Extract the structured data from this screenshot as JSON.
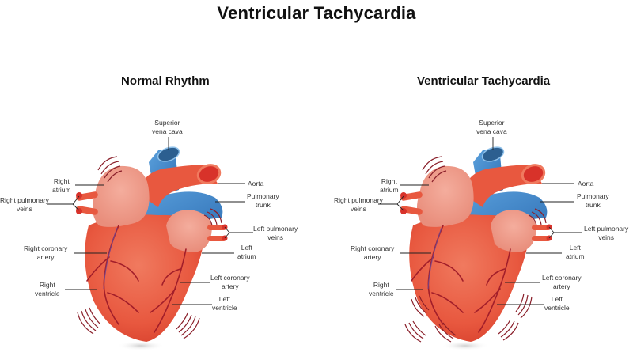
{
  "title": "Ventricular Tachycardia",
  "colors": {
    "heart_red": "#e8583f",
    "atrium_pink": "#ef9a8a",
    "vessel_blue": "#3f86c9",
    "aorta_red": "#e0463a",
    "motion_lines": "#8a1f2a",
    "label_line": "#222222"
  },
  "panels": [
    {
      "title": "Normal Rhythm",
      "labels": {
        "superior_vena_cava": [
          "Superior",
          "vena cava"
        ],
        "aorta": "Aorta",
        "pulmonary_trunk": [
          "Pulmonary",
          "trunk"
        ],
        "left_pulmonary_veins": [
          "Left pulmonary",
          "veins"
        ],
        "left_atrium": [
          "Left",
          "atrium"
        ],
        "left_coronary_artery": [
          "Left coronary",
          "artery"
        ],
        "left_ventricle": [
          "Left",
          "ventricle"
        ],
        "right_atrium": [
          "Right",
          "atrium"
        ],
        "right_pulmonary_veins": [
          "Right pulmonary",
          "veins"
        ],
        "right_coronary_artery": [
          "Right coronary",
          "artery"
        ],
        "right_ventricle": [
          "Right",
          "ventricle"
        ]
      }
    },
    {
      "title": "Ventricular Tachycardia",
      "labels": {
        "superior_vena_cava": [
          "Superior",
          "vena cava"
        ],
        "aorta": "Aorta",
        "pulmonary_trunk": [
          "Pulmonary",
          "trunk"
        ],
        "left_pulmonary_veins": [
          "Left pulmonary",
          "veins"
        ],
        "left_atrium": [
          "Left",
          "atrium"
        ],
        "left_coronary_artery": [
          "Left coronary",
          "artery"
        ],
        "left_ventricle": [
          "Left",
          "ventricle"
        ],
        "right_atrium": [
          "Right",
          "atrium"
        ],
        "right_pulmonary_veins": [
          "Right pulmonary",
          "veins"
        ],
        "right_coronary_artery": [
          "Right coronary",
          "artery"
        ],
        "right_ventricle": [
          "Right",
          "ventricle"
        ]
      }
    }
  ]
}
